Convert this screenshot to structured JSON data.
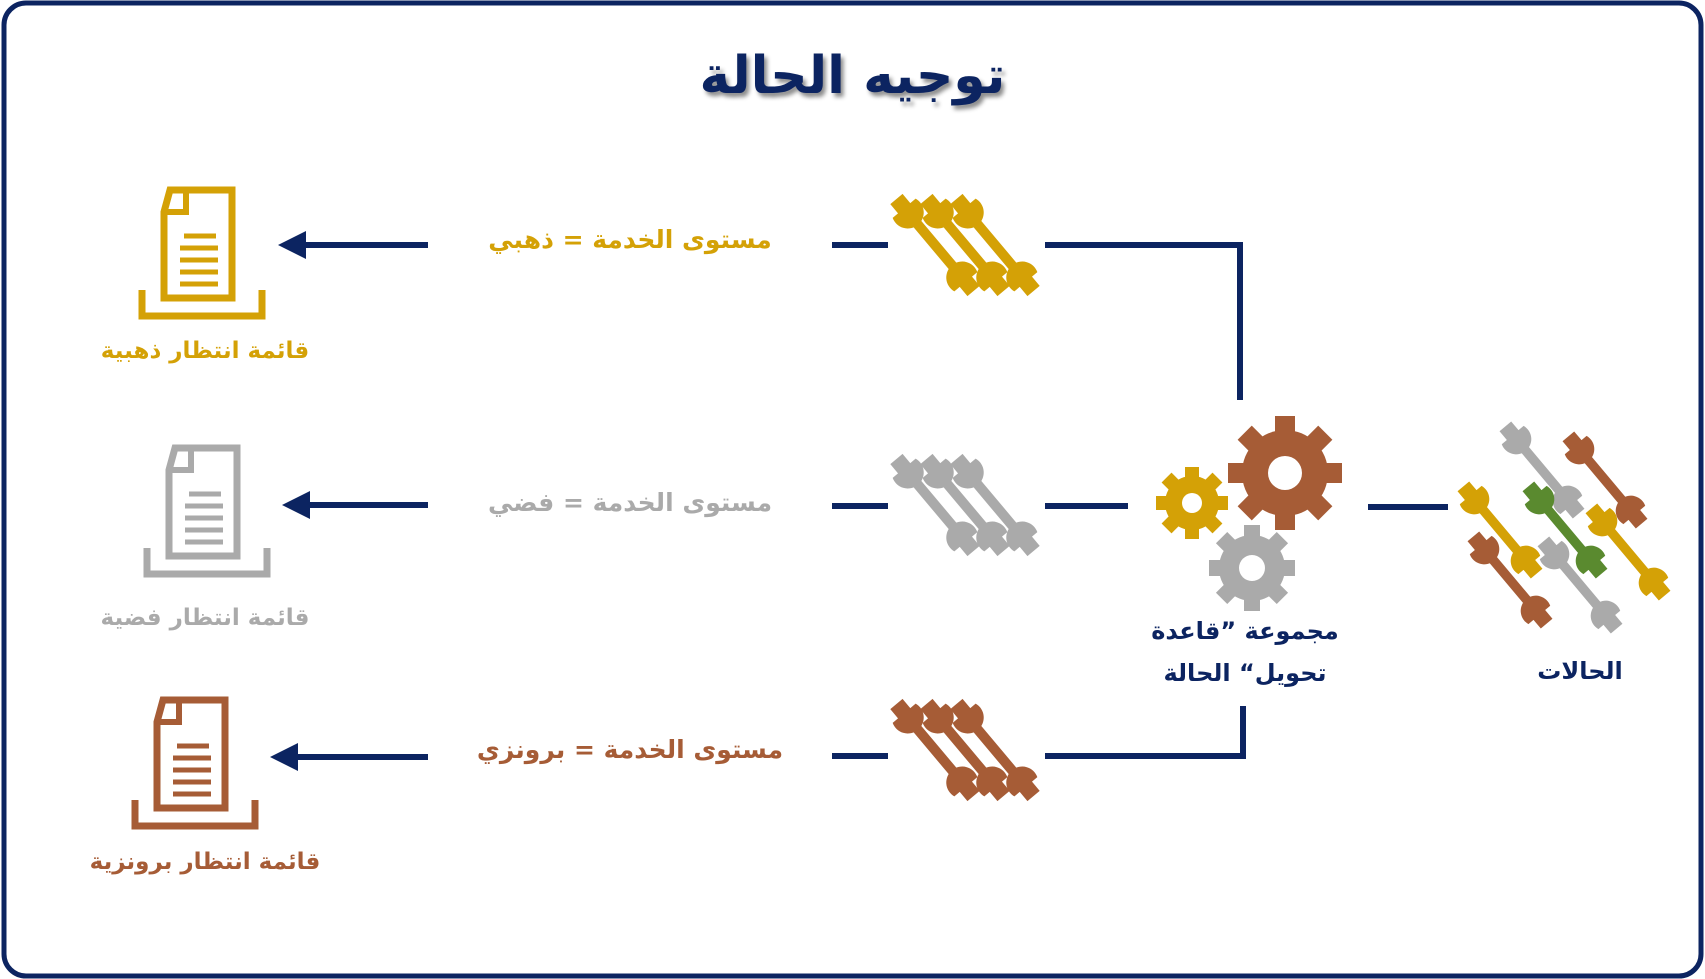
{
  "title": "توجيه الحالة",
  "colors": {
    "navy": "#0c2461",
    "gold": "#d4a106",
    "silver": "#aaaaaa",
    "bronze": "#a65c36",
    "green": "#5a8a2f"
  },
  "nodes": {
    "cases": "الحالات",
    "rule_set_line1": "مجموعة ”قاعدة",
    "rule_set_line2": "تحويل“ الحالة"
  },
  "routes": [
    {
      "tier": "gold",
      "condition": "مستوى الخدمة = ذهبي",
      "queue": "قائمة انتظار ذهبية"
    },
    {
      "tier": "silver",
      "condition": "مستوى الخدمة = فضي",
      "queue": "قائمة انتظار فضية"
    },
    {
      "tier": "bronze",
      "condition": "مستوى الخدمة = برونزي",
      "queue": "قائمة انتظار برونزية"
    }
  ],
  "icons": [
    "document-icon",
    "wrench-icon",
    "gear-icon"
  ]
}
